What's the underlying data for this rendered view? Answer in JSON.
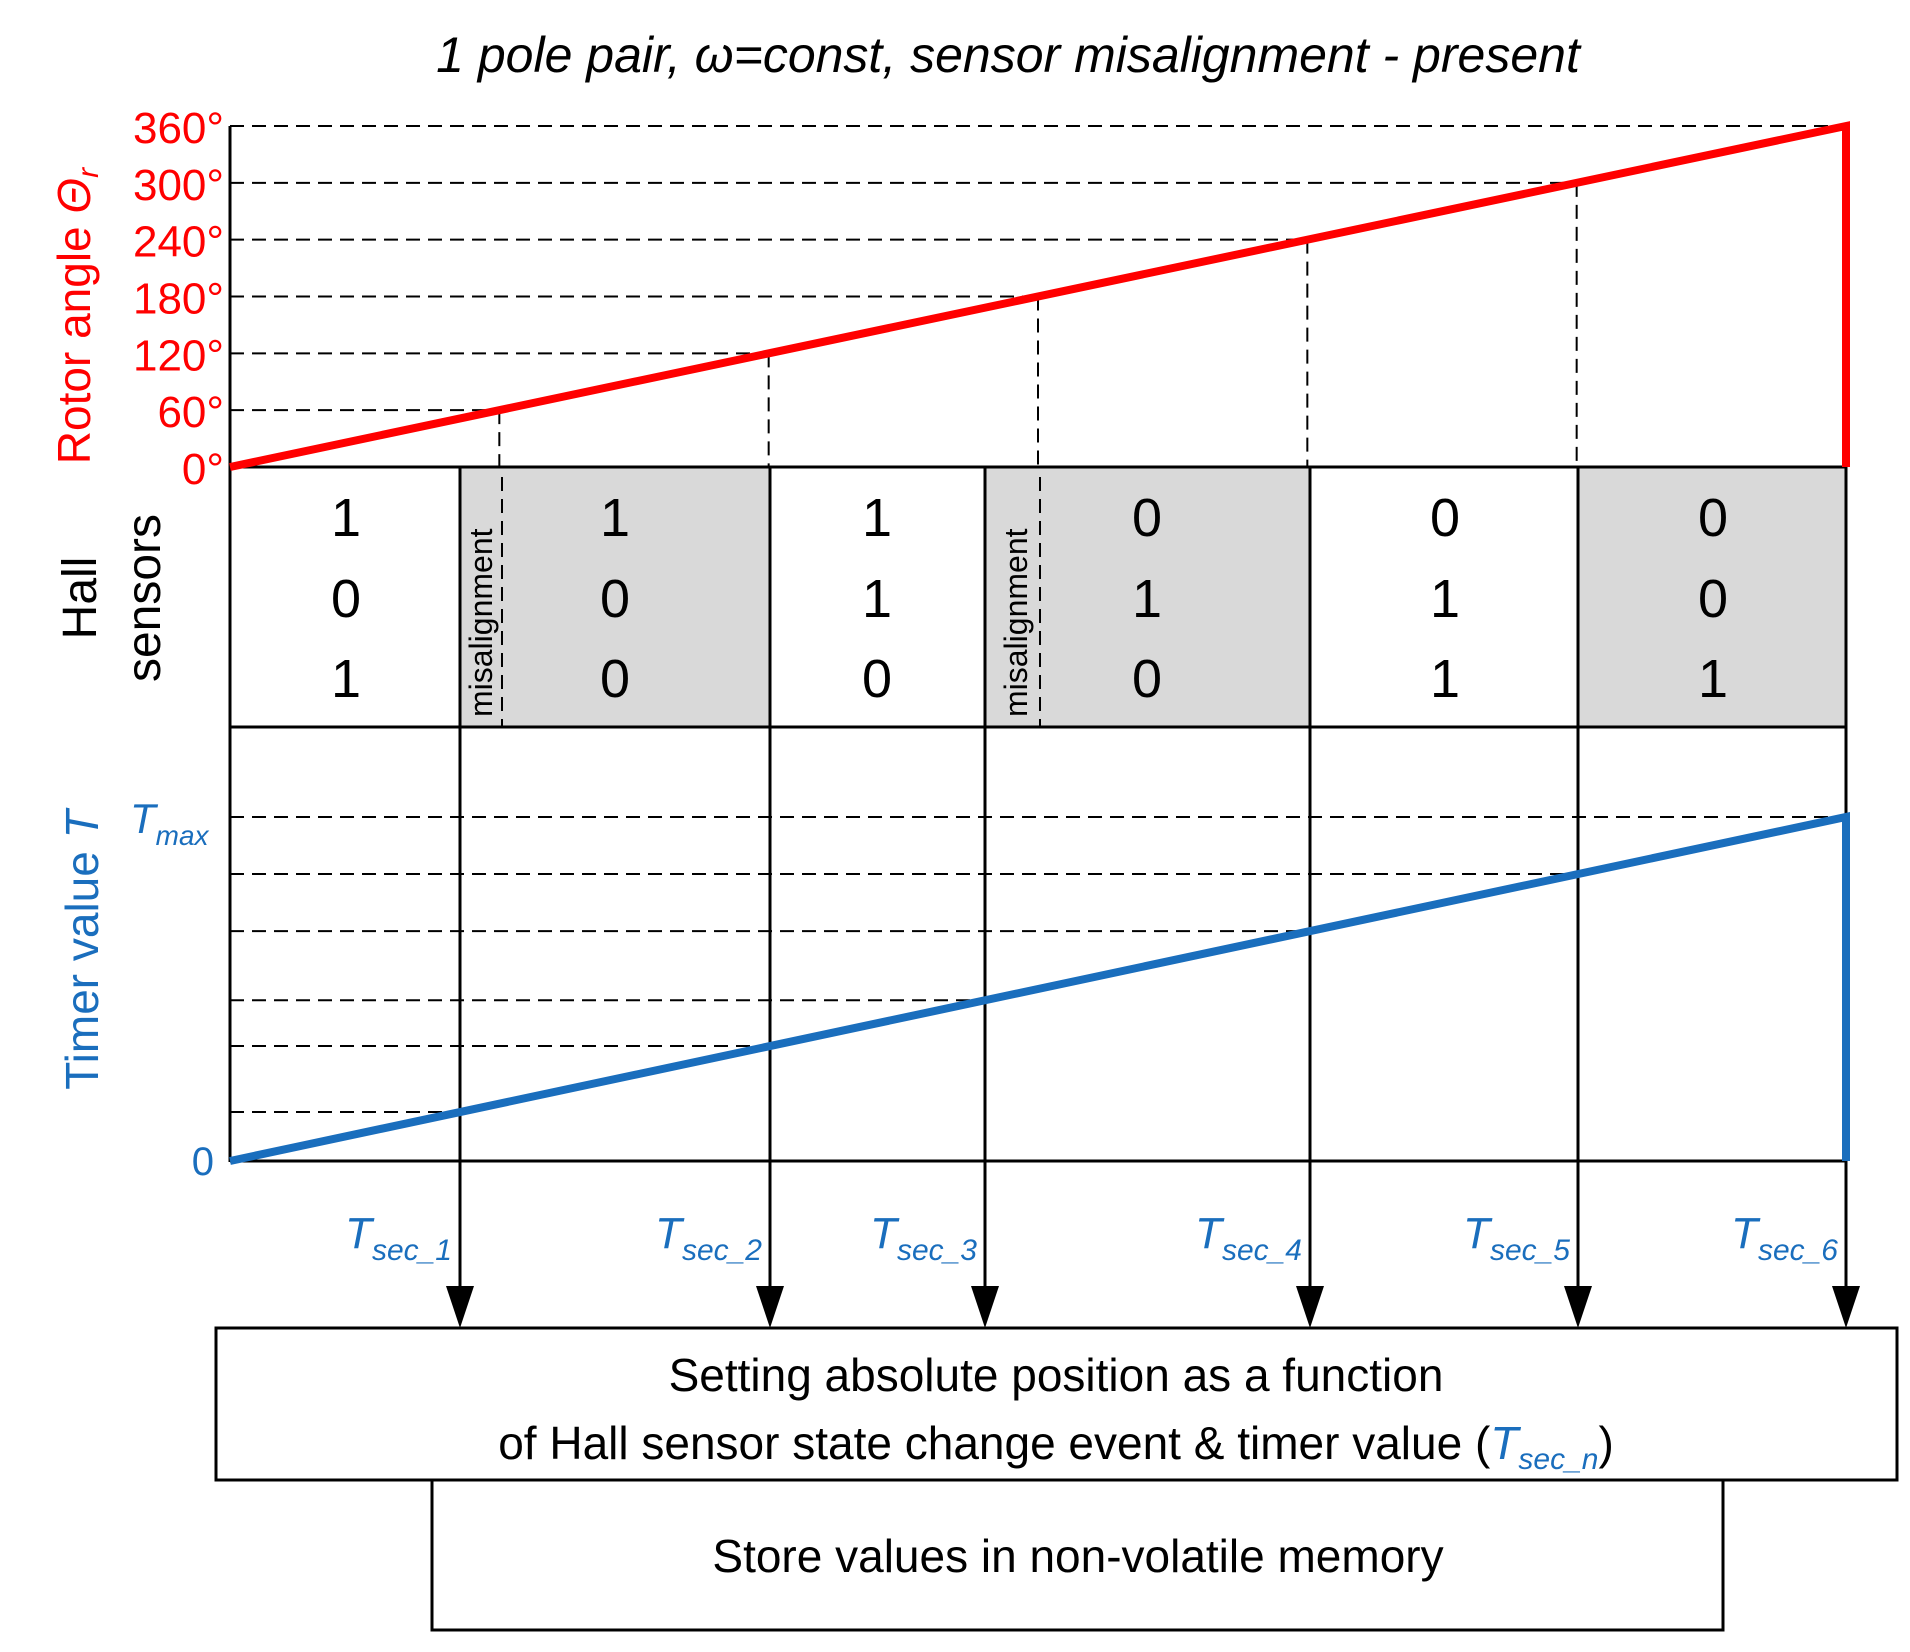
{
  "title": "1 pole pair, ω=const,  sensor misalignment - present",
  "colors": {
    "angle": "#ff0000",
    "timer": "#1a6ebd",
    "grid": "#000000",
    "shade": "#d9d9d9"
  },
  "angle_axis": {
    "label": "Rotor angle ",
    "symbol": "Θ",
    "symbol_sub": "r",
    "ticks": [
      {
        "value": 0,
        "label": "0°"
      },
      {
        "value": 60,
        "label": "60°"
      },
      {
        "value": 120,
        "label": "120°"
      },
      {
        "value": 180,
        "label": "180°"
      },
      {
        "value": 240,
        "label": "240°"
      },
      {
        "value": 300,
        "label": "300°"
      },
      {
        "value": 360,
        "label": "360°"
      }
    ]
  },
  "hall": {
    "label_line1": "Hall",
    "label_line2": "sensors",
    "misalignment_label": "misalignment",
    "states": [
      {
        "bits": [
          "1",
          "0",
          "1"
        ],
        "shaded": false
      },
      {
        "bits": [
          "1",
          "0",
          "0"
        ],
        "shaded": true
      },
      {
        "bits": [
          "1",
          "1",
          "0"
        ],
        "shaded": false
      },
      {
        "bits": [
          "0",
          "1",
          "0"
        ],
        "shaded": true
      },
      {
        "bits": [
          "0",
          "1",
          "1"
        ],
        "shaded": false
      },
      {
        "bits": [
          "0",
          "0",
          "1"
        ],
        "shaded": true
      }
    ]
  },
  "timer_axis": {
    "label": "Timer value ",
    "symbol": "T",
    "zero_label": "0",
    "max_main": "T",
    "max_sub": "max"
  },
  "events": [
    {
      "main": "T",
      "sub": "sec_1"
    },
    {
      "main": "T",
      "sub": "sec_2"
    },
    {
      "main": "T",
      "sub": "sec_3"
    },
    {
      "main": "T",
      "sub": "sec_4"
    },
    {
      "main": "T",
      "sub": "sec_5"
    },
    {
      "main": "T",
      "sub": "sec_6"
    }
  ],
  "box1": {
    "line1": "Setting absolute position as a function",
    "line2_prefix": "of  Hall sensor state change event & timer value (",
    "line2_main": "T",
    "line2_sub": "sec_n",
    "line2_suffix": ")"
  },
  "box2": {
    "text": "Store values in non-volatile memory"
  }
}
